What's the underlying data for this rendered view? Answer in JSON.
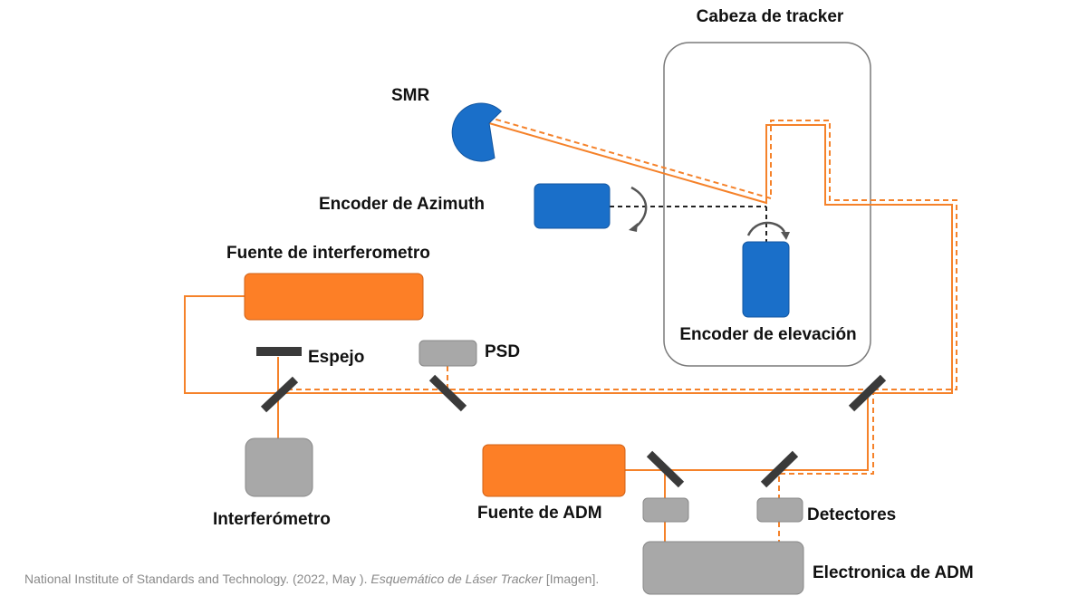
{
  "labels": {
    "tracker_head": "Cabeza de tracker",
    "smr": "SMR",
    "azimuth_encoder": "Encoder de Azimuth",
    "elevation_encoder": "Encoder de elevación",
    "interferometer_source": "Fuente de interferometro",
    "mirror": "Espejo",
    "psd": "PSD",
    "interferometer": "Interferómetro",
    "adm_source": "Fuente de ADM",
    "detectors": "Detectores",
    "adm_electronics": "Electronica de ADM"
  },
  "caption": {
    "prefix": "National Institute of Standards and Technology. (2022, May ). ",
    "title": "Esquemático de Láser Tracker",
    "suffix": " [Imagen]."
  },
  "colors": {
    "beam": "#f5822a",
    "source_fill": "#fd7f26",
    "encoder_fill": "#1a6fc9",
    "grey_box": "#a8a8a8",
    "mirror": "#3a3a3a",
    "frame": "#7a7a7a"
  }
}
